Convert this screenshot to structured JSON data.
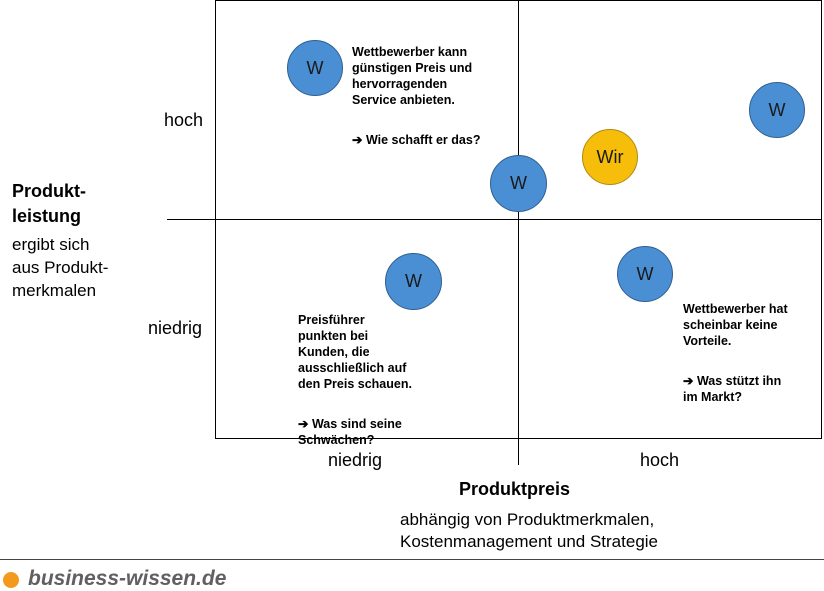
{
  "y_axis": {
    "title": "Produkt-\nleistung",
    "subtitle": "ergibt sich\naus Produkt-\nmerkmalen",
    "high_label": "hoch",
    "low_label": "niedrig"
  },
  "x_axis": {
    "title": "Produktpreis",
    "subtitle": "abhängig von Produktmerkmalen,\nKostenmanagement und Strategie",
    "low_label": "niedrig",
    "high_label": "hoch"
  },
  "markers": [
    {
      "label": "W"
    },
    {
      "label": "W"
    },
    {
      "label": "Wir"
    },
    {
      "label": "W"
    },
    {
      "label": "W"
    },
    {
      "label": "W"
    }
  ],
  "notes": {
    "top_left": {
      "text": "Wettbewerber kann\ngünstigen Preis und\nhervorragenden\nService anbieten.",
      "question": "➔ Wie schafft er das?"
    },
    "bottom_left": {
      "text": "Preisführer\npunkten bei\nKunden, die\nausschließlich auf\nden Preis schauen.",
      "question": "➔ Was sind seine\nSchwächen?"
    },
    "bottom_right": {
      "text": "Wettbewerber hat\nscheinbar keine\nVorteile.",
      "question": "➔ Was stützt ihn\nim Markt?"
    }
  },
  "colors": {
    "competitor": "#4a8fd4",
    "us": "#f6be0a",
    "footer_dot": "#f39a1e"
  },
  "footer": {
    "brand": "business-wissen.de"
  }
}
